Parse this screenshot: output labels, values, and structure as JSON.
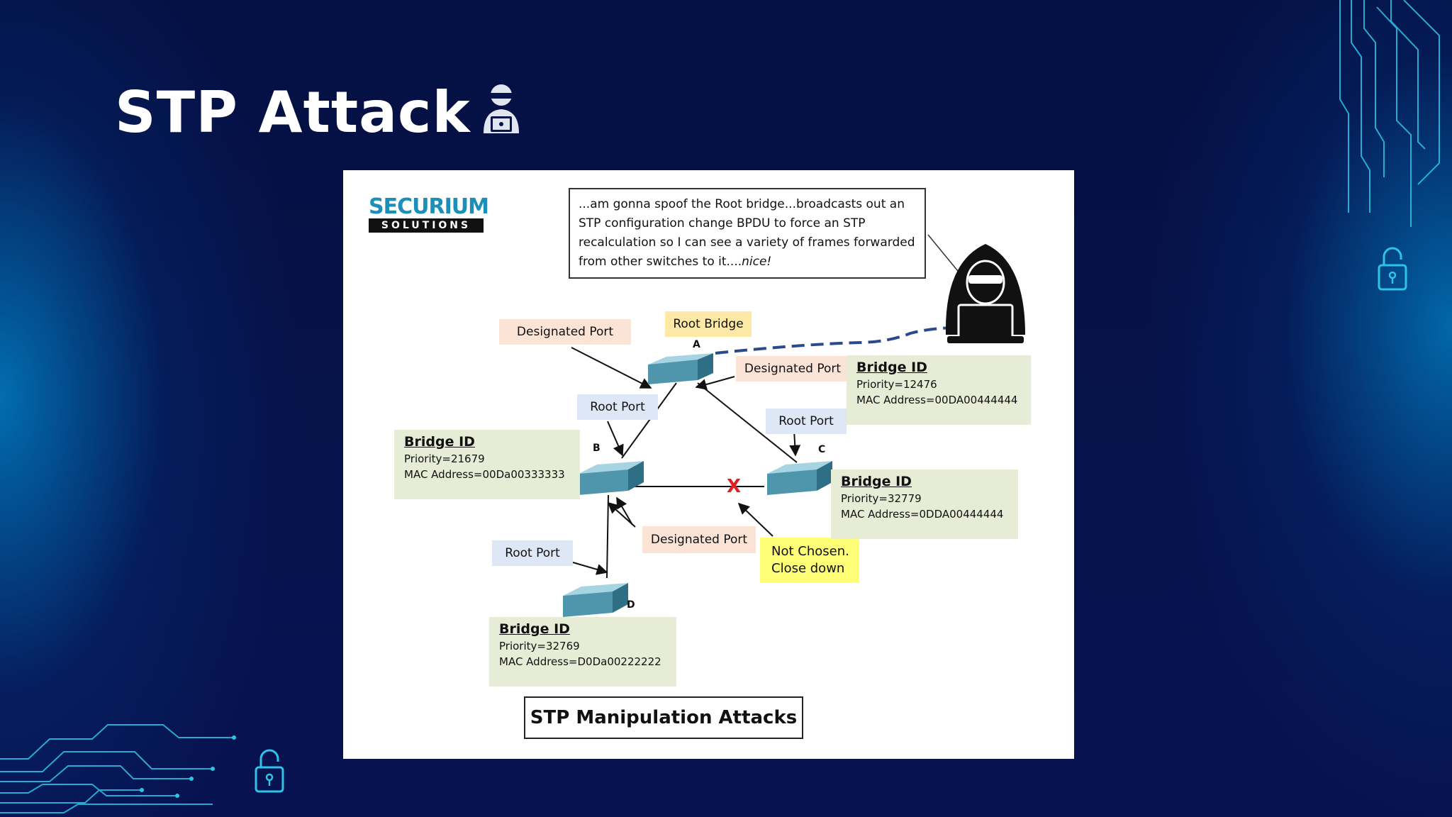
{
  "slide": {
    "title": "STP Attack",
    "title_icon": "hacker-icon",
    "decor_icons": [
      "unlocked-padlock-icon",
      "unlocked-padlock-icon",
      "circuit-lines"
    ]
  },
  "figure": {
    "logo": {
      "line1": "SECURIUM",
      "line2": "SOLUTIONS"
    },
    "speech": {
      "lines": [
        "...am gonna spoof the Root bridge...broadcasts out an",
        "STP configuration change BPDU to force an STP",
        "recalculation so I can see a variety of frames forwarded",
        "from other switches to it...."
      ],
      "emphasis": "nice!"
    },
    "labels": {
      "designated_port_a": "Designated Port",
      "root_bridge": "Root Bridge",
      "designated_port_ac": "Designated Port",
      "root_port_b": "Root Port",
      "root_port_c": "Root Port",
      "designated_port_b": "Designated Port",
      "root_port_d": "Root Port",
      "not_chosen_1": "Not Chosen.",
      "not_chosen_2": "Close down"
    },
    "switches": [
      "A",
      "B",
      "C",
      "D"
    ],
    "bridge_ids": {
      "a": {
        "heading": "Bridge ID",
        "priority": "Priority=12476",
        "mac": "MAC Address=00DA00444444"
      },
      "b": {
        "heading": "Bridge ID",
        "priority": "Priority=21679",
        "mac": "MAC Address=00Da00333333"
      },
      "c": {
        "heading": "Bridge ID",
        "priority": "Priority=32779",
        "mac": "MAC Address=0DDA00444444"
      },
      "d": {
        "heading": "Bridge ID",
        "priority": "Priority=32769",
        "mac": "MAC Address=D0Da00222222"
      }
    },
    "blocked_marker": "X",
    "caption": "STP Manipulation Attacks",
    "colors": {
      "link_attacker": "#2a4a8a",
      "blocked": "#e02020",
      "switch": "#4f96ad"
    }
  }
}
